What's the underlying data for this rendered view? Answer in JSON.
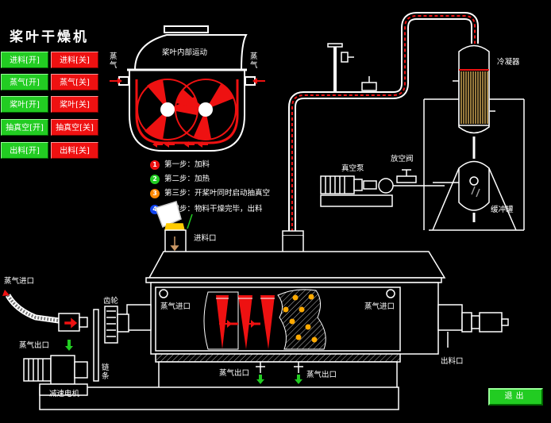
{
  "title": "桨叶干燥机",
  "controls": [
    {
      "on": "进料[开]",
      "off": "进料[关]"
    },
    {
      "on": "蒸气[开]",
      "off": "蒸气[关]"
    },
    {
      "on": "桨叶[开]",
      "off": "桨叶[关]"
    },
    {
      "on": "抽真空[开]",
      "off": "抽真空[关]"
    },
    {
      "on": "出料[开]",
      "off": "出料[关]"
    }
  ],
  "steps": [
    {
      "num": "1",
      "text": "第一步：加料",
      "color": "#ee1111"
    },
    {
      "num": "2",
      "text": "第二步：加热",
      "color": "#22cc22"
    },
    {
      "num": "3",
      "text": "第三步：开桨叶同时启动抽真空",
      "color": "#ff8800"
    },
    {
      "num": "4",
      "text": "第四步：物料干燥完毕，出料",
      "color": "#1144ee"
    }
  ],
  "labels": {
    "tank_inner": "桨叶内部运动",
    "steam_left": "蒸气",
    "steam_right": "蒸气",
    "condenser": "冷凝器",
    "vent_valve": "放空阀",
    "vacuum_pump": "真空泵",
    "buffer_tank": "缓冲罐",
    "feed_inlet": "进料口",
    "steam_inlet_left": "蒸气进口",
    "steam_outlet_left": "蒸气出口",
    "gear": "齿轮",
    "chain": "链条",
    "motor": "减速电机",
    "steam_inlet_inner_left": "蒸气进口",
    "steam_inlet_inner_right": "蒸气进口",
    "steam_outlet_bottom_left": "蒸气出口",
    "steam_outlet_bottom_right": "蒸气出口",
    "discharge_outlet": "出料口"
  },
  "exit_label": "退出",
  "colors": {
    "on": "#22cc22",
    "off": "#ee1111",
    "paddle": "#ee1111",
    "material": "#ffaa00"
  }
}
